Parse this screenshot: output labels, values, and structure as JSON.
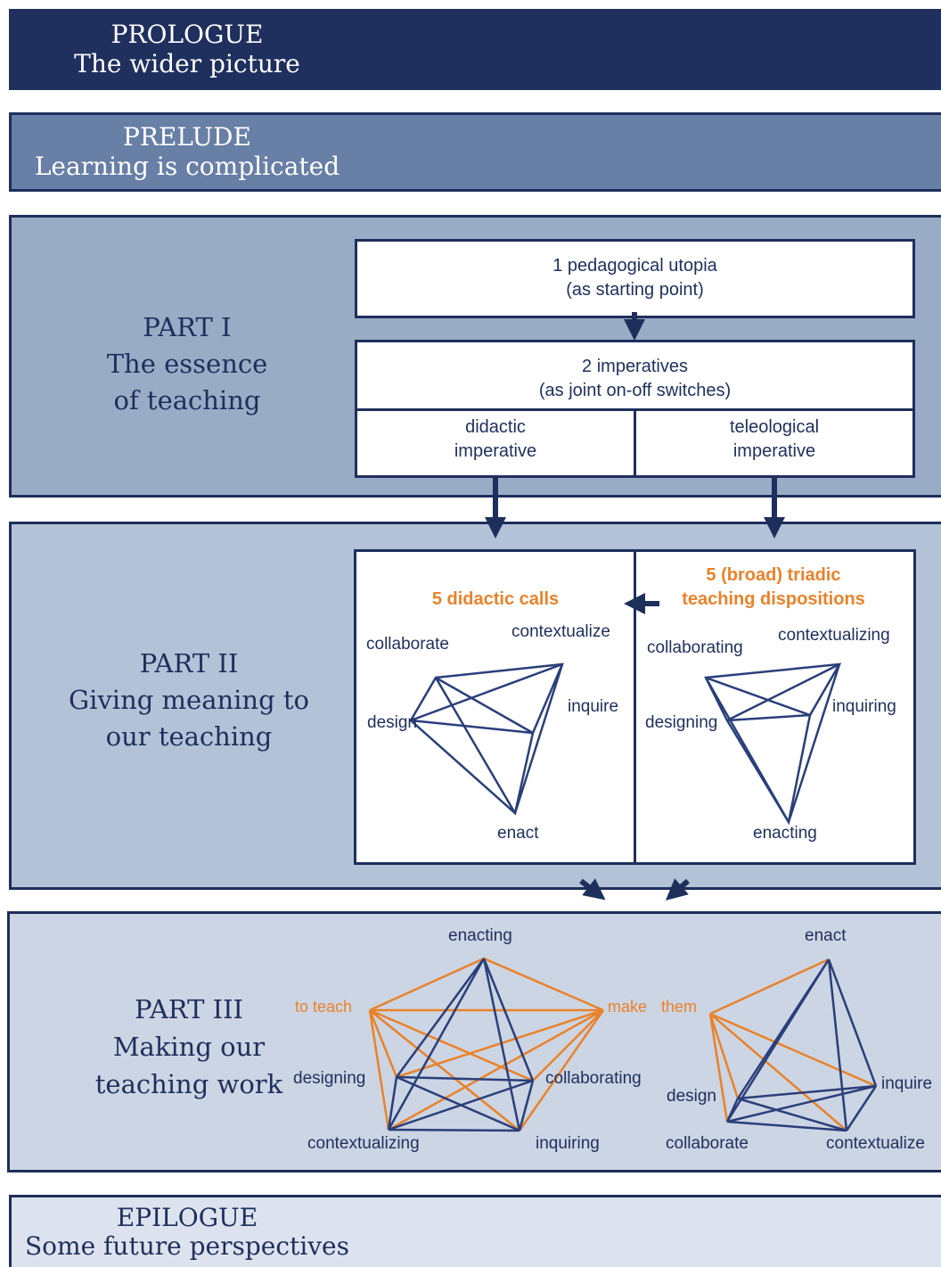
{
  "colors": {
    "navy": "#1e2f5c",
    "orange": "#e9822a",
    "prologue_bg": "#1f2f5e",
    "prelude_bg": "#687fa6",
    "part1_bg": "#9aabc6",
    "part2_bg": "#b4c2d8",
    "part3_bg": "#ccd5e3",
    "epilogue_bg": "#dce3ee"
  },
  "prologue": {
    "line1": "PROLOGUE",
    "line2": "The wider picture"
  },
  "prelude": {
    "line1": "PRELUDE",
    "line2": "Learning is complicated"
  },
  "part1": {
    "line1": "PART I",
    "line2": "The essence",
    "line3": "of teaching",
    "utopia": {
      "line1": "1 pedagogical utopia",
      "line2": "(as starting point)"
    },
    "imperatives": {
      "line1": "2 imperatives",
      "line2": "(as joint on-off switches)"
    },
    "didactic": {
      "line1": "didactic",
      "line2": "imperative"
    },
    "teleological": {
      "line1": "teleological",
      "line2": "imperative"
    }
  },
  "part2": {
    "line1": "PART II",
    "line2": "Giving meaning to",
    "line3": "our teaching",
    "calls_title": "5 didactic calls",
    "dispositions_title": {
      "line1": "5 (broad) triadic",
      "line2": "teaching dispositions"
    },
    "calls": {
      "collaborate": "collaborate",
      "contextualize": "contextualize",
      "design": "design",
      "inquire": "inquire",
      "enact": "enact"
    },
    "dispositions": {
      "collaborating": "collaborating",
      "contextualizing": "contextualizing",
      "designing": "designing",
      "inquiring": "inquiring",
      "enacting": "enacting"
    }
  },
  "part3": {
    "line1": "PART III",
    "line2": "Making our",
    "line3": "teaching work",
    "left": {
      "top": "enacting",
      "left_orange": "to teach",
      "right_orange": "make",
      "mid_left": "designing",
      "mid_right": "collaborating",
      "bottom_left": "contextualizing",
      "bottom_right": "inquiring"
    },
    "right": {
      "top": "enact",
      "left_orange": "them",
      "mid_left": "design",
      "mid_right": "inquire",
      "bottom_left": "collaborate",
      "bottom_right": "contextualize"
    }
  },
  "epilogue": {
    "line1": "EPILOGUE",
    "line2": "Some future perspectives"
  }
}
